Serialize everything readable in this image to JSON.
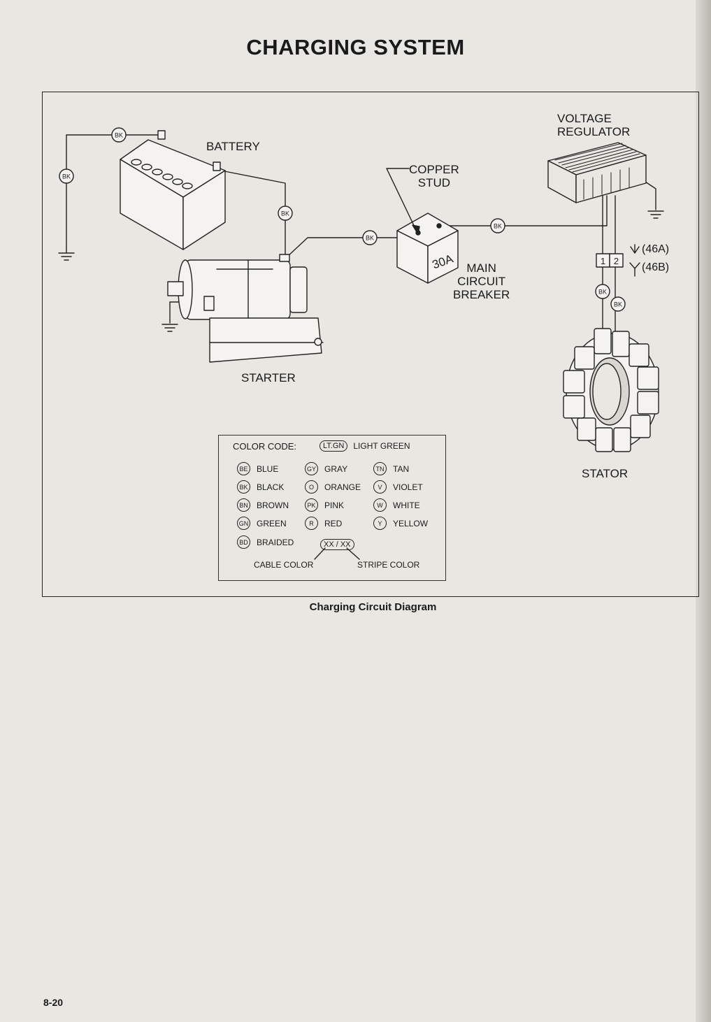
{
  "page": {
    "title": "CHARGING SYSTEM",
    "caption": "Charging Circuit Diagram",
    "page_number": "8-20"
  },
  "components": {
    "battery": "BATTERY",
    "starter": "STARTER",
    "copper_stud": [
      "COPPER",
      "STUD"
    ],
    "breaker_rating": "30A",
    "main_circuit_breaker": [
      "MAIN",
      "CIRCUIT",
      "BREAKER"
    ],
    "voltage_regulator": [
      "VOLTAGE",
      "REGULATOR"
    ],
    "stator": "STATOR",
    "connector_pins": [
      "1",
      "2"
    ],
    "connector_46a": "(46A)",
    "connector_46b": "(46B)"
  },
  "wire_tag": "BK",
  "legend": {
    "title": "COLOR CODE:",
    "light_green": {
      "code": "LT.GN",
      "name": "LIGHT GREEN"
    },
    "col1": [
      {
        "code": "BE",
        "name": "BLUE"
      },
      {
        "code": "BK",
        "name": "BLACK"
      },
      {
        "code": "BN",
        "name": "BROWN"
      },
      {
        "code": "GN",
        "name": "GREEN"
      },
      {
        "code": "BD",
        "name": "BRAIDED"
      }
    ],
    "col2": [
      {
        "code": "GY",
        "name": "GRAY"
      },
      {
        "code": "O",
        "name": "ORANGE"
      },
      {
        "code": "PK",
        "name": "PINK"
      },
      {
        "code": "R",
        "name": "RED"
      }
    ],
    "col3": [
      {
        "code": "TN",
        "name": "TAN"
      },
      {
        "code": "V",
        "name": "VIOLET"
      },
      {
        "code": "W",
        "name": "WHITE"
      },
      {
        "code": "Y",
        "name": "YELLOW"
      }
    ],
    "example": "XX / XX",
    "cable_color": "CABLE COLOR",
    "stripe_color": "STRIPE COLOR"
  },
  "colors": {
    "paper": "#e9e7e2",
    "ink": "#1a1a1a"
  }
}
